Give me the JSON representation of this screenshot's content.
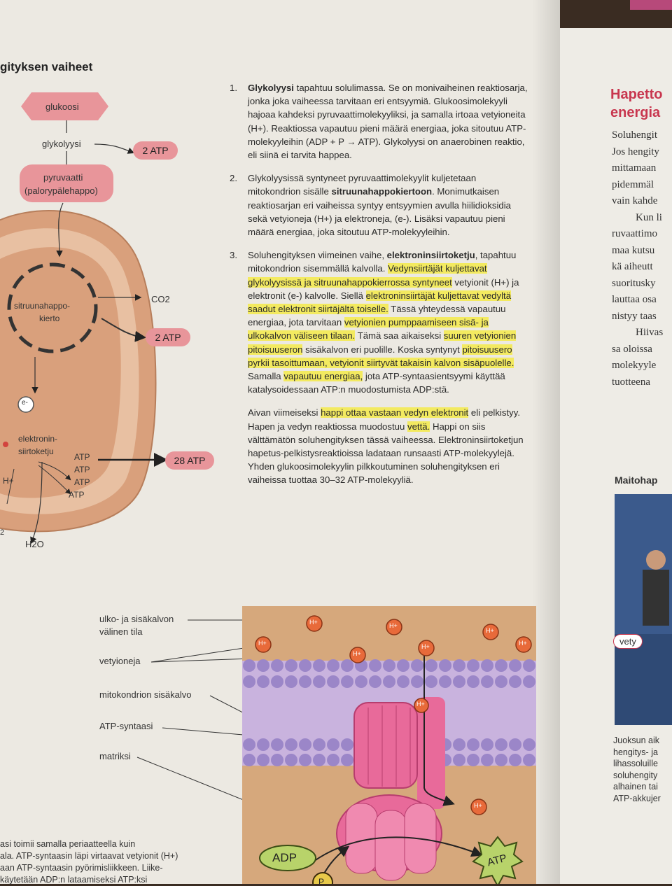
{
  "left_diagram": {
    "heading": "gityksen vaiheet",
    "glukoosi": "glukoosi",
    "glykolyysi": "glykolyysi",
    "atp_glycolysis": "2 ATP",
    "pyruvaatti": "pyruvaatti",
    "palorypalehappo": "(palorypälehappo)",
    "sitruunahappo_1": "sitruunahappo-",
    "sitruunahappo_2": "kierto",
    "co2": "CO2",
    "atp_krebs": "2 ATP",
    "electron": "e-",
    "elektronin_1": "elektronin-",
    "elektronin_2": "siirtoketju",
    "atp_list": [
      "ATP",
      "ATP",
      "ATP",
      "ATP"
    ],
    "atp_etc": "28 ATP",
    "h_plus": "H+",
    "h2o": "H2O",
    "edge_number": "2"
  },
  "body": {
    "item1_num": "1.",
    "item1_title": "Glykolyysi",
    "item1_text": "tapahtuu solulimassa. Se on monivaiheinen reaktiosarja, jonka joka vaiheessa tarvitaan eri entsyymiä. Glukoosimolekyyli hajoaa kahdeksi pyruvaattimolekyyliksi, ja samalla irtoaa vetyioneita (H+). Reaktiossa vapautuu pieni määrä energiaa, joka sitoutuu ATP-molekyyleihin (ADP + P → ATP). Glykolyysi on anaerobinen reaktio, eli siinä ei tarvita happea.",
    "item2_num": "2.",
    "item2_pre": "Glykolyysissä syntyneet pyruvaattimolekyylit kuljetetaan mitokondrion sisälle",
    "item2_bold": "sitruunahappokiertoon",
    "item2_text": ". Monimutkaisen reaktiosarjan eri vaiheissa syntyy entsyymien avulla hiilidioksidia sekä vetyioneja (H+) ja elektroneja, (e-). Lisäksi vapautuu pieni määrä energiaa, joka sitoutuu ATP-molekyyleihin.",
    "item3_num": "3.",
    "item3_pre": "Soluhengityksen viimeinen vaihe,",
    "item3_bold": "elektroninsiirtoketju",
    "item3_a": ", tapahtuu mitokondrion sisemmällä kalvolla.",
    "item3_hl1": "Vedynsiirtäjät kuljettavat glykolyysissä ja sitruunahappokierrossa syntyneet",
    "item3_b": "vetyionit (H+) ja elektronit (e-) kalvolle. Siellä",
    "item3_hl2": "elektroninsiirtäjät kuljettavat vedyltä saadut elektronit siirtäjältä toiselle.",
    "item3_c": "Tässä yhteydessä vapautuu energiaa, jota tarvitaan",
    "item3_hl3": "vetyionien pumppaamiseen sisä- ja ulkokalvon väliseen tilaan.",
    "item3_d": "Tämä saa aikaiseksi",
    "item3_hl4": "suuren vetyionien pitoisuuseron",
    "item3_e": "sisäkalvon eri puolille. Koska syntynyt",
    "item3_hl5": "pitoisuusero pyrkii tasoittumaan, vetyionit siirtyvät takaisin kalvon sisäpuolelle.",
    "item3_f": "Samalla",
    "item3_hl6": "vapautuu energiaa,",
    "item3_g": "jota ATP-syntaasientsyymi käyttää katalysoidessaan ATP:n muodostumista ADP:stä.",
    "p4_a": "Aivan viimeiseksi",
    "p4_hl1": "happi ottaa vastaan vedyn elektronit",
    "p4_b": "eli pelkistyy. Hapen ja vedyn reaktiossa muodostuu",
    "p4_hl2": "vettä.",
    "p4_c": "Happi on siis välttämätön soluhengityksen tässä vaiheessa. Elektroninsiirtoketjun hapetus-pelkistysreaktioissa ladataan runsaasti ATP-molekyylejä. Yhden glukoosimolekyylin pilkkoutuminen soluhengityksen eri vaiheissa tuottaa 30–32 ATP-molekyyliä."
  },
  "figure": {
    "label1a": "ulko- ja sisäkalvon",
    "label1b": "välinen tila",
    "label2": "vetyioneja",
    "label3": "mitokondrion sisäkalvo",
    "label4": "ATP-syntaasi",
    "label5": "matriksi",
    "h_plus": "H+",
    "adp": "ADP",
    "atp": "ATP",
    "p": "P"
  },
  "caption": {
    "line1": "asi toimii samalla periaatteella kuin",
    "line2": "ala. ATP-syntaasin läpi virtaavat vetyionit (H+)",
    "line3": "aan ATP-syntaasin pyörimisliikkeen. Liike-",
    "line4": "käytetään ADP:n lataamiseksi ATP:ksi"
  },
  "right_page": {
    "heading1": "Hapetto",
    "heading2": "energia",
    "lines": [
      "Soluhengit",
      "Jos hengity",
      "mittamaan",
      "pidemmäl",
      "vain kahde",
      "Kun li",
      "ruvaattimo",
      "maa kutsu",
      "kä aiheutt",
      "suoritusky",
      "lauttaa osa",
      "nistyy taas",
      "Hiivas",
      "sa oloissa",
      "molekyyle",
      "tuotteena"
    ],
    "subheading": "Maitohap",
    "photo_label": "vety",
    "caption_lines": [
      "Juoksun aik",
      "hengitys- ja",
      "lihassoluille",
      "soluhengity",
      "alhainen tai",
      "ATP-akkujer"
    ]
  },
  "colors": {
    "pink": "#e8959a",
    "highlight": "#f3ea60",
    "accent_red": "#c8364e",
    "membrane": "#9b86c8",
    "synthase": "#e86a9a"
  }
}
